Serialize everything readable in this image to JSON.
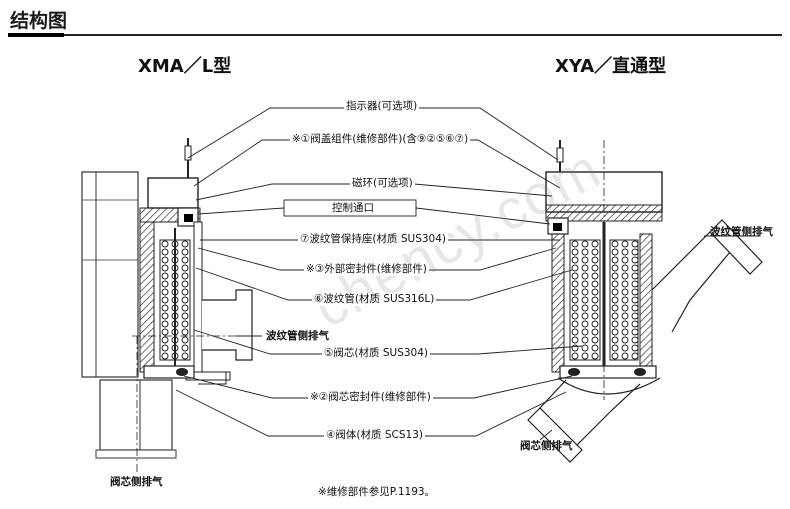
{
  "header": {
    "title": "结构图"
  },
  "models": {
    "left": "XMA／L型",
    "right": "XYA／直通型"
  },
  "callouts": [
    "指示器(可选项)",
    "※①阀盖组件(维修部件)(含⑨②⑤⑥⑦)",
    "磁环(可选项)",
    "控制通口",
    "⑦波纹管保持座(材质 SUS304)",
    "※③外部密封件(维修部件)",
    "⑥波纹管(材质 SUS316L)",
    "⑤阀芯(材质 SUS304)",
    "※②阀芯密封件(维修部件)",
    "④阀体(材质 SCS13)"
  ],
  "side_labels": {
    "bellows_exhaust_left": "波纹管侧排气",
    "bellows_exhaust_right": "波纹管侧排气",
    "valve_exhaust_left": "阀芯侧排气",
    "valve_exhaust_right": "阀芯侧排气"
  },
  "footnote": "※维修部件参见P.1193。",
  "watermark": "chency.com"
}
